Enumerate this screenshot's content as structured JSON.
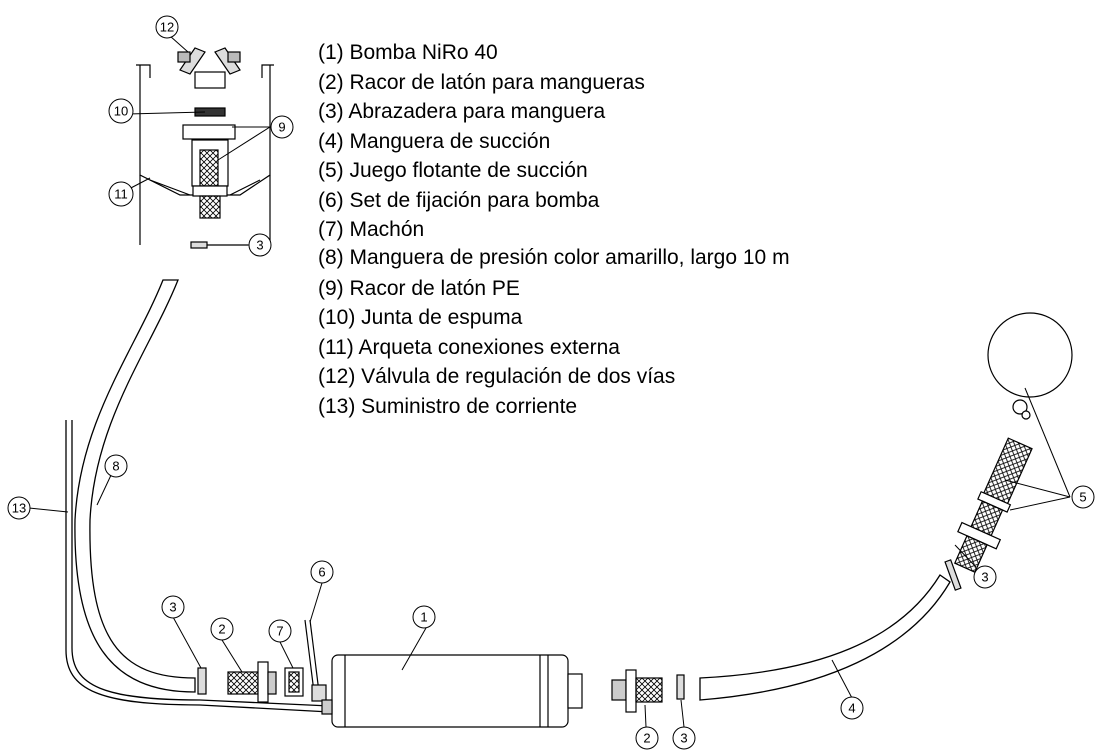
{
  "legend": {
    "items": [
      "(1) Bomba NiRo 40",
      "(2) Racor de latón para mangueras",
      "(3) Abrazadera para manguera",
      "(4) Manguera de succión",
      "(5) Juego flotante de succión",
      "(6) Set de fijación para bomba",
      "(7) Machón",
      "(8) Manguera de presión color amarillo, largo 10 m",
      "(9) Racor de latón PE",
      "(10) Junta de espuma",
      "(11) Arqueta conexiones externa",
      "(12) Válvula de regulación de dos vías",
      "(13) Suministro de corriente"
    ]
  },
  "callouts": {
    "c1": "1",
    "c2a": "2",
    "c2b": "2",
    "c3a": "3",
    "c3b": "3",
    "c3c": "3",
    "c3d": "3",
    "c4": "4",
    "c5": "5",
    "c6": "6",
    "c7": "7",
    "c8": "8",
    "c9": "9",
    "c10": "10",
    "c11": "11",
    "c12": "12",
    "c13": "13"
  }
}
